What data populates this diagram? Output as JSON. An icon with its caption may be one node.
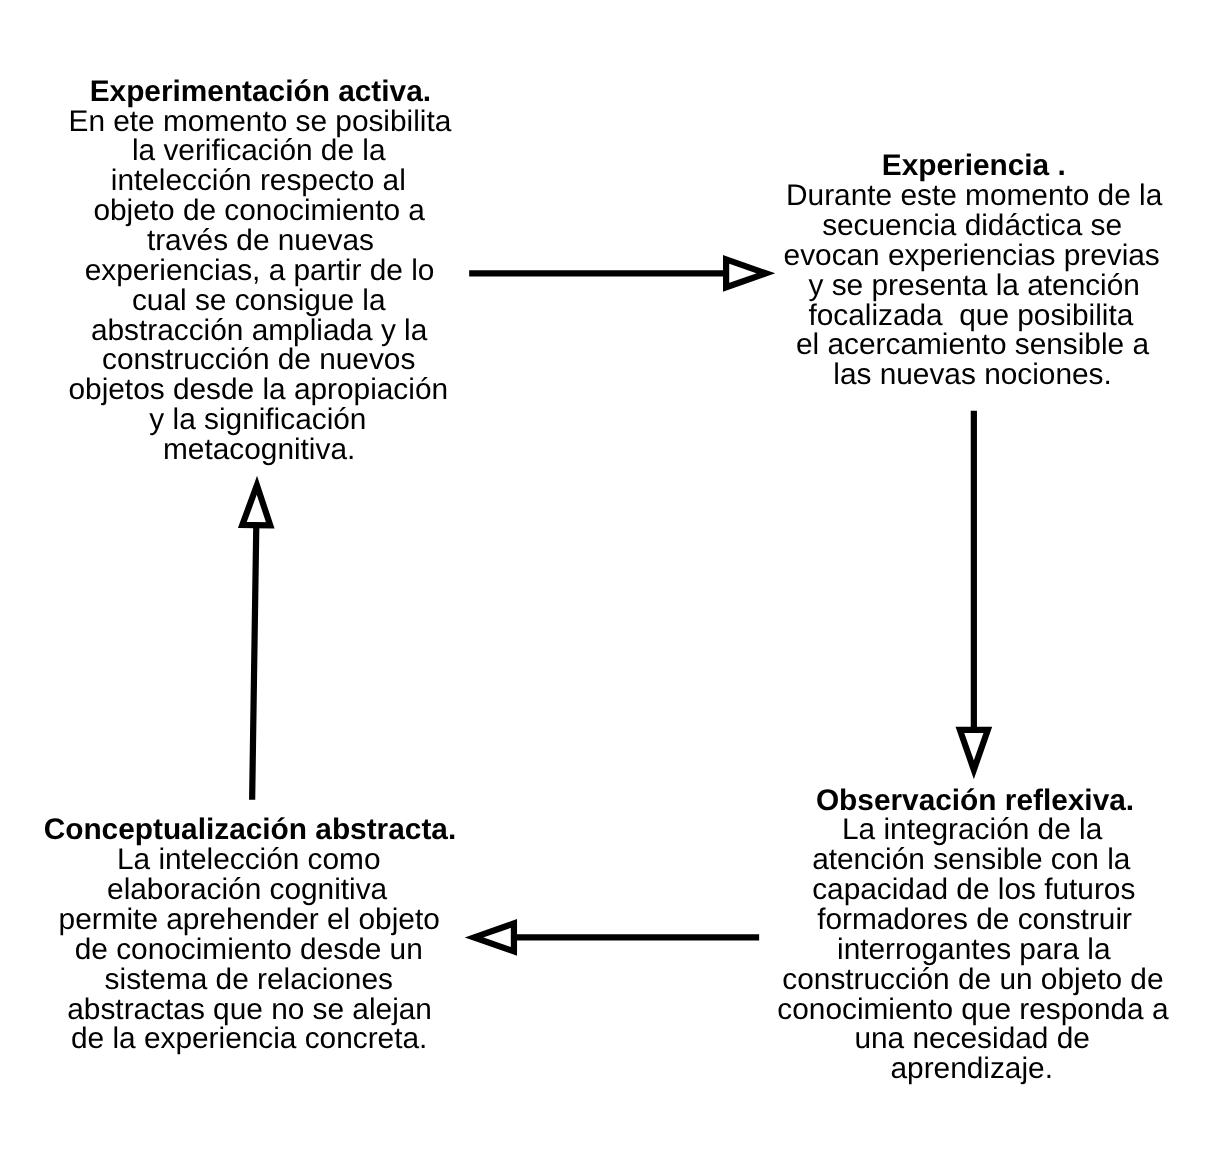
{
  "diagram": {
    "nodes": [
      {
        "text": [
          "Experimentación activa.",
          "En ete momento se posibilita la verificación de la intelección respecto al objeto de conocimiento a través de nuevas experiencias, a partir de lo cual se consigue la abstracción ampliada y la construcción de nuevos objetos desde la apropiación y la significación metacognitiva."
        ]
      },
      {
        "text": [
          "Experiencia .",
          "Durante este momento de la secuencia didáctica se evocan experiencias previas y se presenta la atención focalizada  que posibilita el acercamiento sensible a las nuevas nociones."
        ]
      },
      {
        "text": [
          "Observación reflexiva.",
          "La integración de la atención sensible con la capacidad de los futuros formadores de construir interrogantes para la construcción de un objeto de conocimiento que responda a una necesidad de aprendizaje."
        ]
      },
      {
        "text": [
          "Conceptualización abstracta.",
          "La intelección como elaboración cognitiva permite aprehender el objeto de conocimiento desde un sistema de relaciones abstractas que no se alejan de la experiencia concreta."
        ]
      }
    ],
    "edges": [
      {
        "from": 0,
        "to": 1,
        "arrow": "to"
      },
      {
        "from": 1,
        "to": 2,
        "arrow": "to"
      },
      {
        "from": 2,
        "to": 3,
        "arrow": "to"
      },
      {
        "from": 3,
        "to": 0,
        "arrow": "to"
      }
    ]
  }
}
